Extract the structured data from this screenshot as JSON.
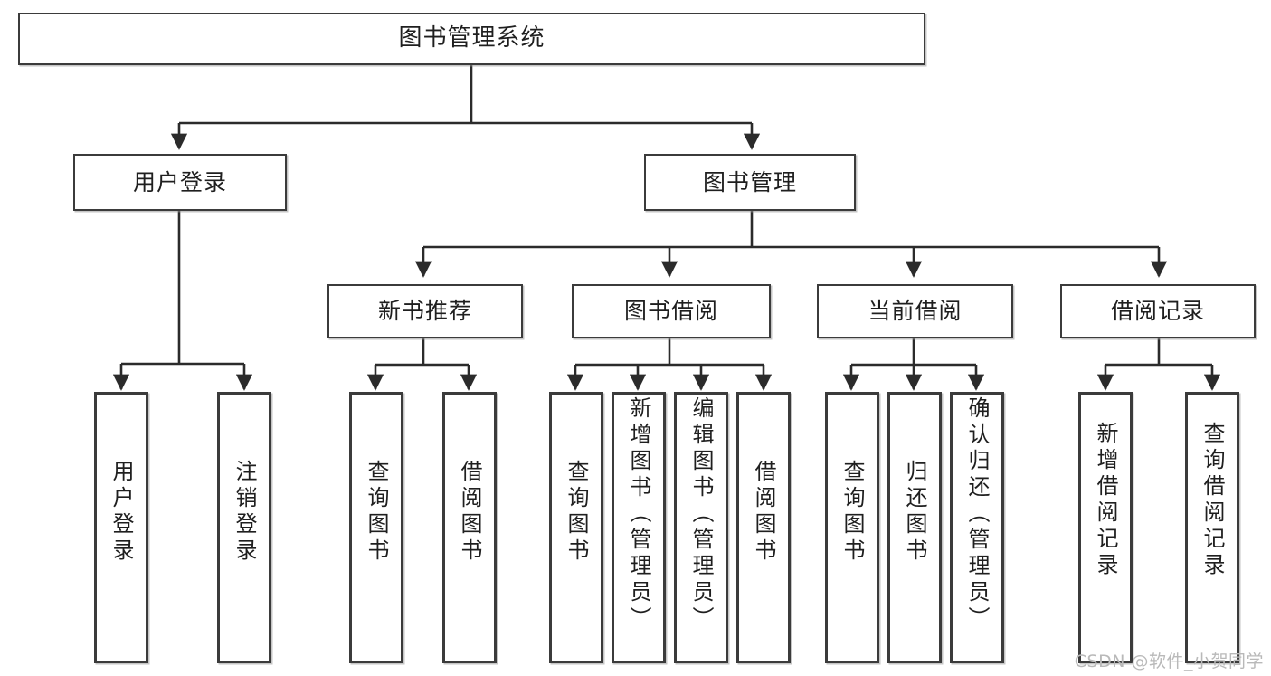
{
  "diagram": {
    "title": "图书管理系统",
    "type": "tree-hierarchy-chart",
    "watermark": "CSDN @软件_小贺同学",
    "colors": {
      "box_border": "#3b3b3b",
      "box_fill": "#ffffff",
      "connector": "#2b2b2b",
      "text": "#1f1f1f",
      "watermark": "#b9b9b9"
    },
    "nodes": {
      "root": {
        "label": "图书管理系统"
      },
      "level2": [
        {
          "id": "user-login",
          "label": "用户登录"
        },
        {
          "id": "book-manage",
          "label": "图书管理"
        }
      ],
      "level3": [
        {
          "id": "new-book-rec",
          "label": "新书推荐"
        },
        {
          "id": "book-borrow",
          "label": "图书借阅"
        },
        {
          "id": "current-borrow",
          "label": "当前借阅"
        },
        {
          "id": "borrow-record",
          "label": "借阅记录"
        }
      ],
      "leaves": [
        {
          "id": "leaf-user-login",
          "label": "用户登录",
          "parent": "user-login"
        },
        {
          "id": "leaf-user-logout",
          "label": "注销登录",
          "parent": "user-login"
        },
        {
          "id": "leaf-query-book-1",
          "label": "查询图书",
          "parent": "new-book-rec"
        },
        {
          "id": "leaf-borrow-book-1",
          "label": "借阅图书",
          "parent": "new-book-rec"
        },
        {
          "id": "leaf-query-book-2",
          "label": "查询图书",
          "parent": "book-borrow"
        },
        {
          "id": "leaf-add-book",
          "label": "新增图书（管理员）",
          "parent": "book-borrow"
        },
        {
          "id": "leaf-edit-book",
          "label": "编辑图书（管理员）",
          "parent": "book-borrow"
        },
        {
          "id": "leaf-borrow-book-2",
          "label": "借阅图书",
          "parent": "book-borrow"
        },
        {
          "id": "leaf-query-book-3",
          "label": "查询图书",
          "parent": "current-borrow"
        },
        {
          "id": "leaf-return-book",
          "label": "归还图书",
          "parent": "current-borrow"
        },
        {
          "id": "leaf-confirm-return",
          "label": "确认归还（管理员）",
          "parent": "current-borrow"
        },
        {
          "id": "leaf-add-record",
          "label": "新增借阅记录",
          "parent": "borrow-record"
        },
        {
          "id": "leaf-query-record",
          "label": "查询借阅记录",
          "parent": "borrow-record"
        }
      ]
    }
  }
}
